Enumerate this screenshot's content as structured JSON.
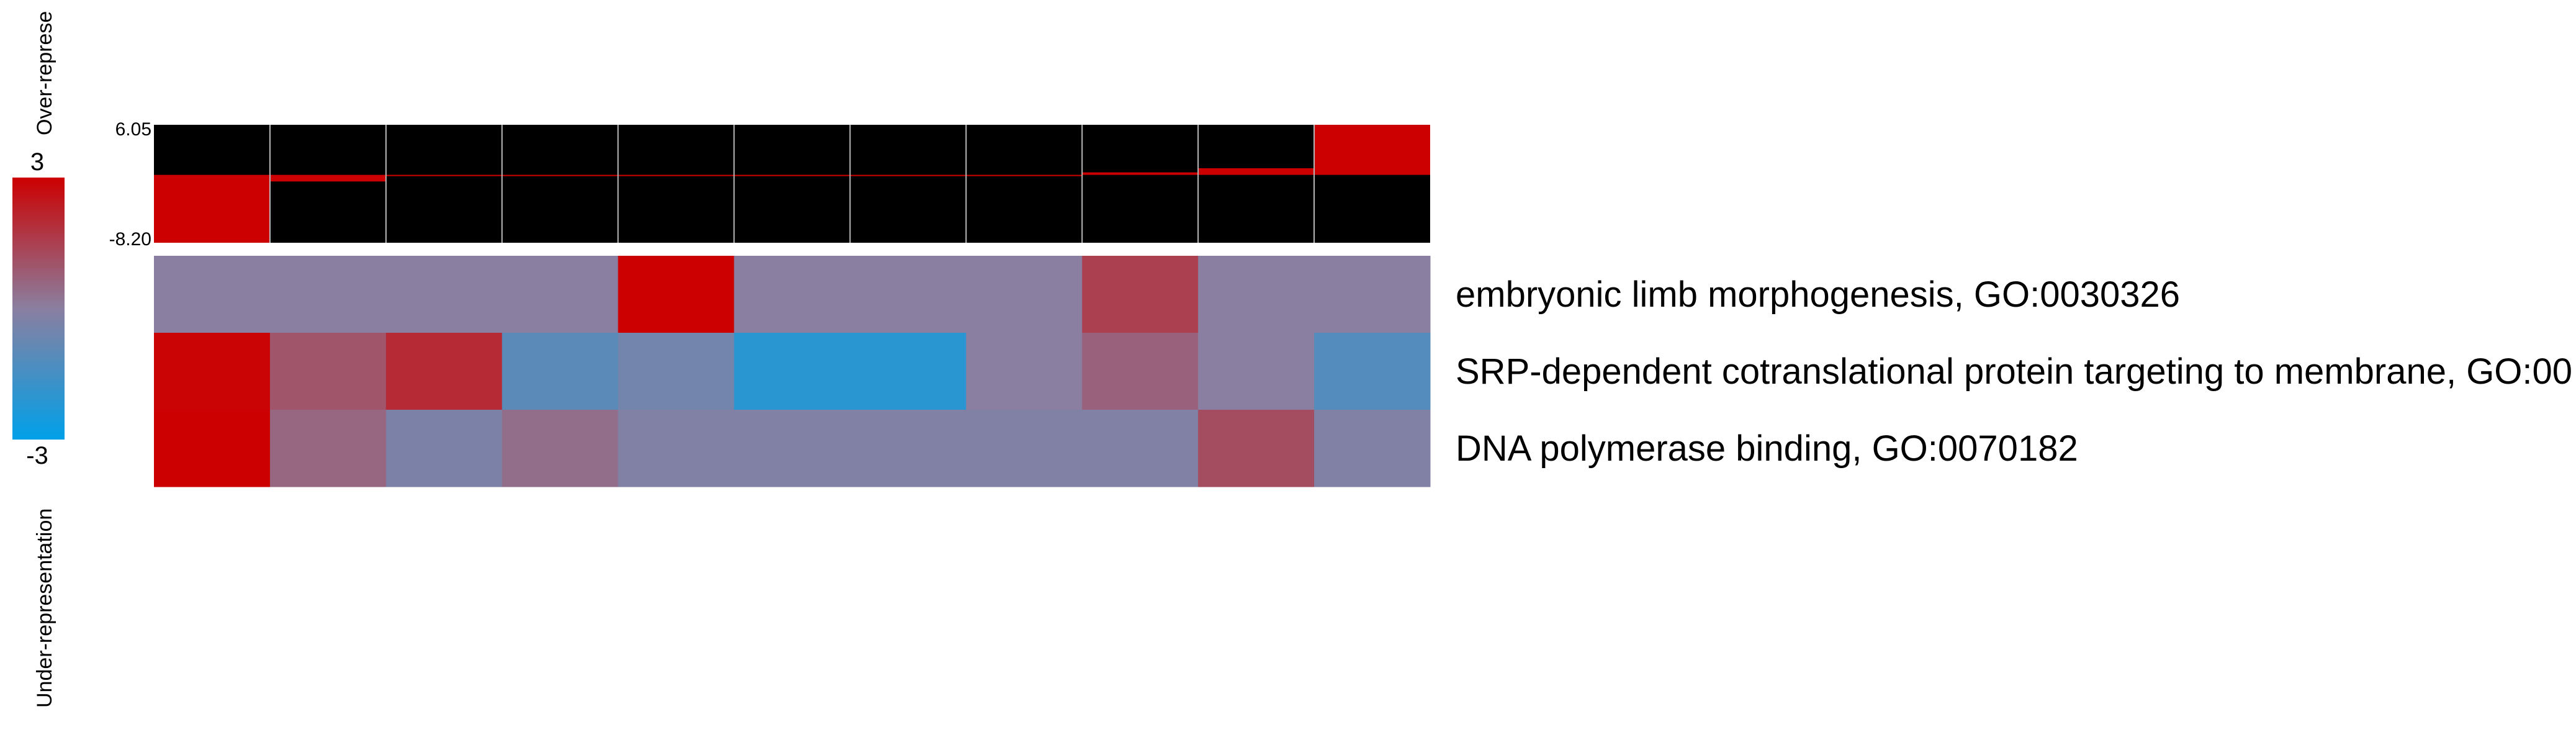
{
  "chart_data": {
    "type": "heatmap",
    "colorbar": {
      "max_label": "3",
      "min_label": "-3",
      "top_label": "Over-represe",
      "bottom_label": "Under-representation",
      "vmin": -3,
      "vmax": 3,
      "colors": {
        "high": "#cc0000",
        "mid": "#8a7fa0",
        "low": "#00a0e8"
      }
    },
    "top_panel": {
      "ymax_label": "6.05",
      "ymin_label": "-8.20",
      "ymax": 6.05,
      "ymin": -8.2,
      "values": [
        -8.2,
        -0.8,
        -0.1,
        0.0,
        0.0,
        0.0,
        0.0,
        0.0,
        0.3,
        0.8,
        6.05
      ],
      "bar_color": "#cc0000",
      "background": "#000000"
    },
    "rows": [
      {
        "label": "embryonic limb morphogenesis, GO:0030326",
        "values": [
          0.0,
          0.0,
          0.0,
          0.0,
          3.0,
          0.0,
          0.0,
          0.0,
          1.5,
          0.0,
          0.0
        ]
      },
      {
        "label": "SRP-dependent cotranslational protein targeting to membrane, GO:00",
        "values": [
          2.9,
          1.0,
          2.0,
          -1.0,
          -0.5,
          -2.1,
          -2.1,
          0.0,
          0.7,
          0.0,
          -1.2
        ]
      },
      {
        "label": "DNA polymerase binding, GO:0070182",
        "values": [
          3.0,
          0.6,
          -0.3,
          0.4,
          -0.2,
          -0.2,
          -0.2,
          -0.2,
          -0.2,
          1.2,
          -0.2
        ]
      }
    ]
  }
}
